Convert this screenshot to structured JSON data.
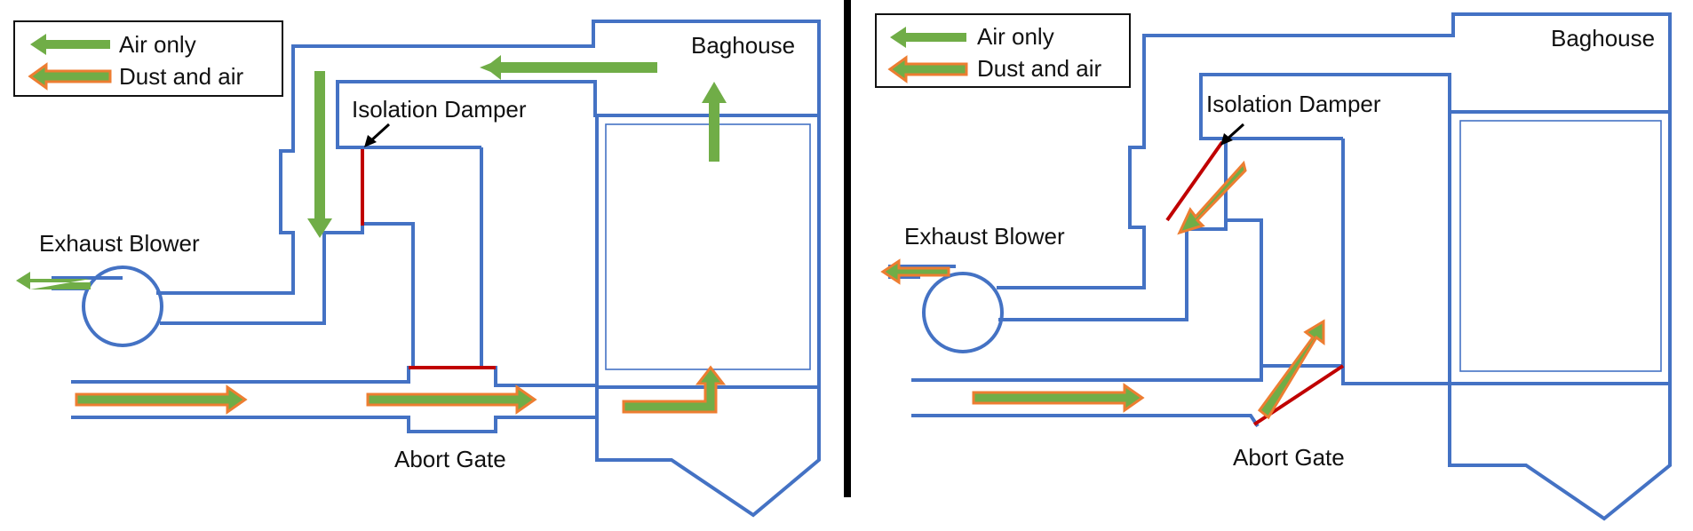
{
  "colors": {
    "duct": "#4472c4",
    "damper": "#c00000",
    "air_arrow_fill": "#70ad47",
    "dust_arrow_outline": "#ed7d31",
    "divider": "#000000"
  },
  "panels": [
    {
      "id": "normal",
      "legend": {
        "air_only": "Air only",
        "dust_and_air": "Dust and air"
      },
      "labels": {
        "baghouse": "Baghouse",
        "isolation_damper": "Isolation Damper",
        "exhaust_blower": "Exhaust Blower",
        "abort_gate": "Abort Gate"
      }
    },
    {
      "id": "abort",
      "legend": {
        "air_only": "Air only",
        "dust_and_air": "Dust and air"
      },
      "labels": {
        "baghouse": "Baghouse",
        "isolation_damper": "Isolation Damper",
        "exhaust_blower": "Exhaust Blower",
        "abort_gate": "Abort Gate"
      }
    }
  ]
}
